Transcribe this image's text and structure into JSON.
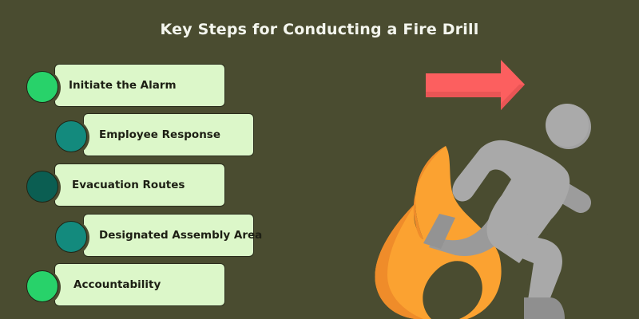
{
  "title": "Key Steps for Conducting a Fire Drill",
  "steps": [
    {
      "label": "Initiate the Alarm",
      "color": "#28d26a"
    },
    {
      "label": "Employee Response",
      "color": "#138a7d"
    },
    {
      "label": "Evacuation Routes",
      "color": "#0b5e52"
    },
    {
      "label": "Designated Assembly Area",
      "color": "#138a7d"
    },
    {
      "label": "Accountability",
      "color": "#28d26a"
    }
  ],
  "colors": {
    "background": "#4a4c30",
    "card": "#dcf7c9",
    "arrow": "#fc5f5f",
    "flame": "#fba231",
    "flame_shade": "#ef8c2a",
    "figure": "#a9a9a9",
    "figure_shade": "#939393"
  },
  "icons": [
    "exit-arrow-icon",
    "running-person-icon",
    "fire-flame-icon"
  ]
}
